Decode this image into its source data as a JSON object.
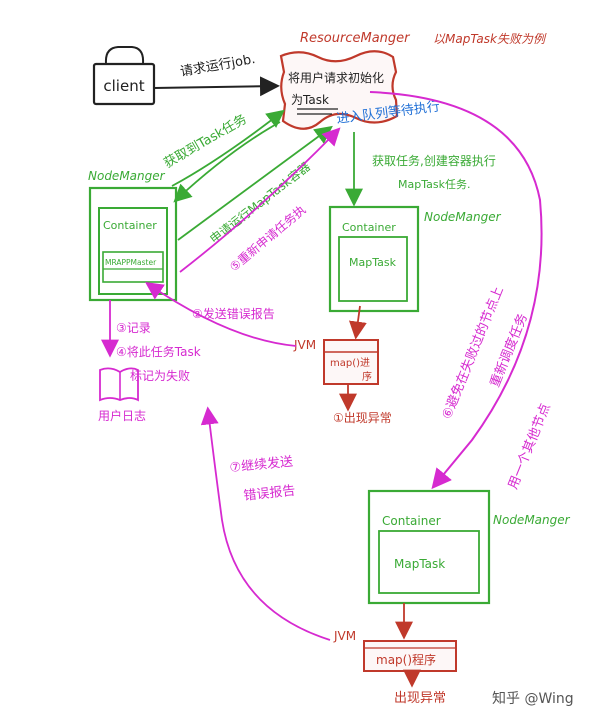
{
  "labels": {
    "client": "client",
    "request_job": "请求运行job.",
    "resource_manager": "ResourceManger",
    "rm_inner_line1": "将用户请求初始化",
    "rm_inner_line2": "为Task",
    "rm_queue": "进入队列等待执行",
    "top_right_title": "以MapTask失败为例",
    "get_task_left": "获取到Task任务",
    "get_task_right_line1": "获取任务,创建容器执行",
    "get_task_right_line2": "MapTask任务.",
    "nm_left": "NodeManger",
    "nm_left_container": "Container",
    "nm_left_mrapp": "MRAPPMaster",
    "apply_maptask": "申请运行MapTask容器",
    "reapply": "⑤重新申请任务执",
    "nm_mid": "NodeManger",
    "nm_mid_container": "Container",
    "nm_mid_maptask": "MapTask",
    "send_error": "②发送错误报告",
    "step3": "③记录",
    "step4_line1": "④将此任务Task",
    "step4_line2": "标记为失败",
    "user_log": "用户日志",
    "jvm_mid": "JVM",
    "map_proc_mid_line1": "map()进",
    "map_proc_mid_line2": "序",
    "step1": "①出现异常",
    "step6": "⑥避免在失败过的节点上",
    "reschedule": "重新调度任务",
    "other_node": "用一个其他节点",
    "step7_line1": "⑦继续发送",
    "step7_line2": "错误报告",
    "nm_bottom": "NodeManger",
    "nm_bottom_container": "Container",
    "nm_bottom_maptask": "MapTask",
    "jvm_bottom": "JVM",
    "map_proc_bottom": "map()程序",
    "error_bottom": "出现异常",
    "watermark": "知乎 @Wing"
  },
  "colors": {
    "black": "#222222",
    "green": "#3aaa35",
    "magenta": "#d62ad0",
    "red": "#c0392b",
    "blue": "#1f6fd6"
  }
}
